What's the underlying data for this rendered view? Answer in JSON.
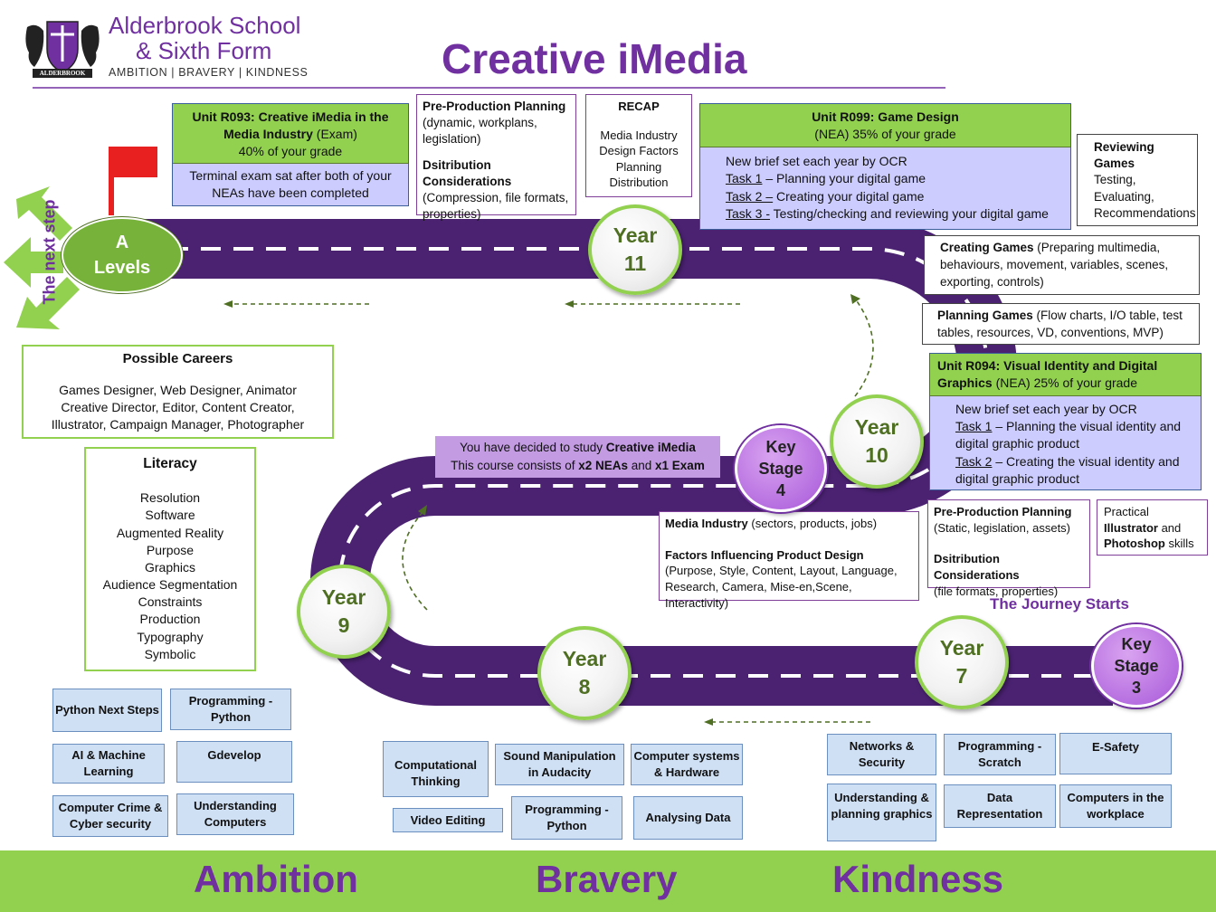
{
  "header": {
    "school_name_line1": "Alderbrook School",
    "school_name_line2": "& Sixth Form",
    "motto": "AMBITION | BRAVERY | KINDNESS",
    "crest_banner": "ALDERBROOK",
    "title": "Creative iMedia"
  },
  "colors": {
    "purple": "#7030a0",
    "green": "#92d050",
    "road": "#4b2272",
    "lavender": "#ccccff",
    "ks3_blue": "#cfe0f5"
  },
  "next_step": {
    "label": "The next step",
    "a_levels": [
      "A",
      "Levels"
    ]
  },
  "r093": {
    "title": "Unit R093: Creative iMedia in the Media Industry",
    "exam": " (Exam)",
    "weight": "40% of your grade",
    "note": "Terminal exam sat after both of your NEAs have been completed"
  },
  "preprod_y11": {
    "title": "Pre-Production Planning",
    "detail": "(dynamic, workplans, legislation)",
    "dist_title": "Dsitribution Considerations",
    "dist_detail": "(Compression, file formats, properties)"
  },
  "recap": {
    "title": "RECAP",
    "items": [
      "Media Industry",
      "Design Factors",
      "Planning",
      "Distribution"
    ]
  },
  "r099": {
    "title": "Unit R099: Game Design",
    "sub": "(NEA) 35% of your grade",
    "line1": "New brief set each year by OCR",
    "task1_label": "Task 1",
    "task1_text": " – Planning your digital game",
    "task2_label": "Task 2 –",
    "task2_text": " Creating your digital game",
    "task3_label": "Task 3 -",
    "task3_text": " Testing/checking and reviewing your digital game"
  },
  "reviewing": {
    "title": "Reviewing Games",
    "items": [
      "Testing,",
      "Evaluating,",
      "Recommendations"
    ]
  },
  "creating": {
    "title": "Creating Games",
    "detail": " (Preparing multimedia, behaviours, movement, variables, scenes, exporting, controls)"
  },
  "planning": {
    "title": "Planning Games",
    "detail": " (Flow charts, I/O table, test tables, resources, VD, conventions, MVP)"
  },
  "r094": {
    "title": "Unit R094: Visual Identity and Digital Graphics",
    "sub": " (NEA) 25% of your grade",
    "line1": "New brief set each year by OCR",
    "task1_label": "Task 1",
    "task1_text": " – Planning the visual identity and digital graphic product",
    "task2_label": "Task 2",
    "task2_text": " – Creating the visual identity and digital graphic product"
  },
  "careers": {
    "title": "Possible Careers",
    "text": "Games Designer, Web Designer, Animator Creative Director, Editor, Content Creator, Illustrator, Campaign Manager, Photographer"
  },
  "literacy": {
    "title": "Literacy",
    "items": [
      "Resolution",
      "Software",
      "Augmented Reality",
      "Purpose",
      "Graphics",
      "Audience Segmentation",
      "Constraints",
      "Production",
      "Typography",
      "Symbolic"
    ]
  },
  "course_banner": {
    "line1_pre": "You have decided to study ",
    "line1_bold": "Creative iMedia",
    "line2_pre": "This course consists of ",
    "line2_bold1": "x2 NEAs",
    "line2_mid": " and ",
    "line2_bold2": "x1 Exam"
  },
  "media_industry": {
    "title": "Media Industry",
    "detail": " (sectors, products, jobs)",
    "factors_title": "Factors Influencing Product Design",
    "factors_detail": " (Purpose, Style, Content, Layout, Language, Research, Camera, Mise-en,Scene, Interactivity)"
  },
  "preprod_y10": {
    "title": "Pre-Production Planning",
    "detail": "(Static, legislation, assets)",
    "dist_title": "Dsitribution Considerations",
    "dist_detail": "(file formats, properties)"
  },
  "practical": {
    "line1": "Practical",
    "bold1": "Illustrator",
    "mid": " and",
    "bold2": "Photoshop",
    "end": " skills"
  },
  "journey_starts": "The Journey Starts",
  "years": {
    "y11": [
      "Year",
      "11"
    ],
    "y10": [
      "Year",
      "10"
    ],
    "y9": [
      "Year",
      "9"
    ],
    "y8": [
      "Year",
      "8"
    ],
    "y7": [
      "Year",
      "7"
    ]
  },
  "key_stages": {
    "ks4": [
      "Key",
      "Stage",
      "4"
    ],
    "ks3": [
      "Key",
      "Stage",
      "3"
    ]
  },
  "ks3_topics": {
    "python_next_steps": "Python Next Steps",
    "programming_python_y9": "Programming - Python",
    "ai_ml": "AI & Machine Learning",
    "gdevelop": "Gdevelop",
    "computer_crime": "Computer Crime & Cyber security",
    "understanding_computers": "Understanding Computers",
    "computational_thinking": "Computational Thinking",
    "sound_manipulation": "Sound Manipulation in Audacity",
    "computer_systems": "Computer systems & Hardware",
    "video_editing": "Video Editing",
    "programming_python_y8": "Programming - Python",
    "analysing_data": "Analysing Data",
    "networks_security": "Networks & Security",
    "programming_scratch": "Programming - Scratch",
    "esafety": "E-Safety",
    "understanding_graphics": "Understanding & planning graphics",
    "data_representation": "Data Representation",
    "computers_workplace": "Computers in the workplace"
  },
  "footer": {
    "ambition": "Ambition",
    "bravery": "Bravery",
    "kindness": "Kindness"
  }
}
